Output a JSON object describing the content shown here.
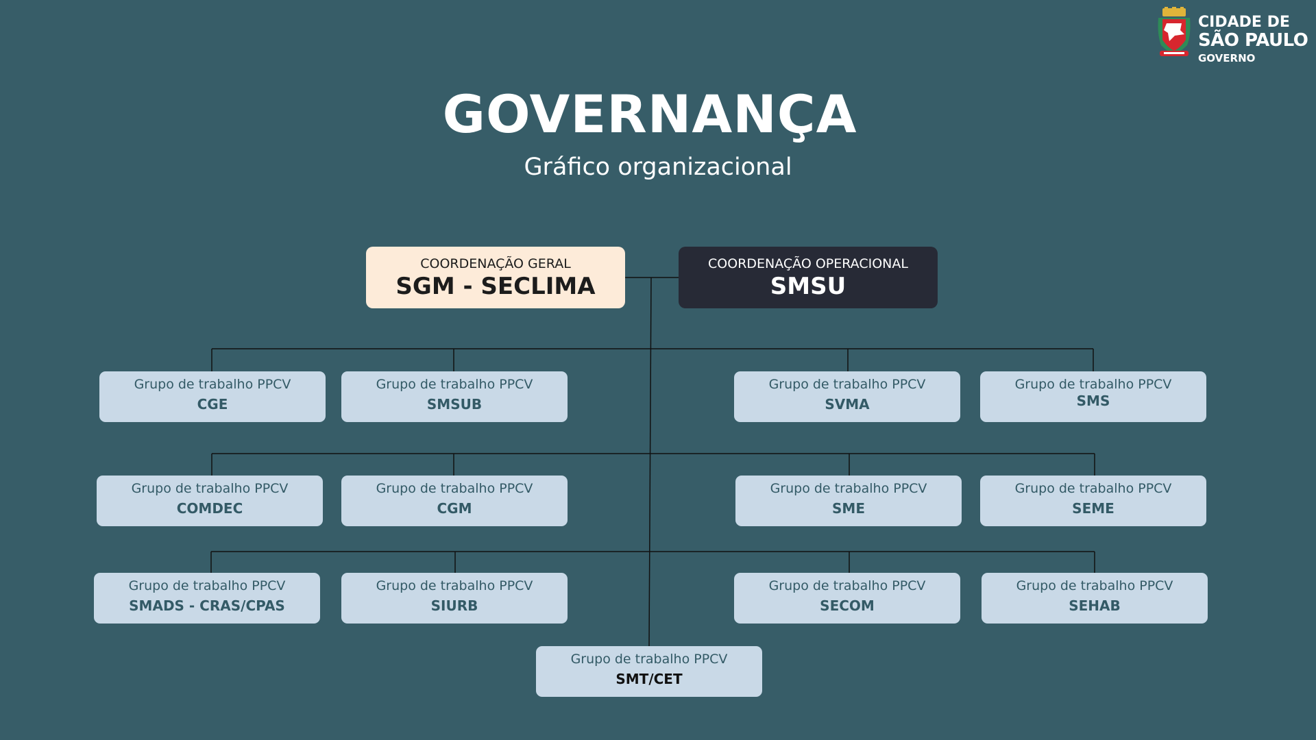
{
  "brand": {
    "line1": "CIDADE DE",
    "line2": "SÃO PAULO",
    "line3": "GOVERNO",
    "crest_icon": "sao-paulo-coat-of-arms-icon"
  },
  "title": "GOVERNANÇA",
  "subtitle": "Gráfico organizacional",
  "colors": {
    "background": "#375d68",
    "coord_geral_bg": "#fdebd9",
    "coord_operacional_bg": "#272a36",
    "group_bg": "#c9d9e7",
    "group_text": "#335a66",
    "connector": "#111111"
  },
  "coordination": {
    "geral": {
      "label": "COORDENAÇÃO GERAL",
      "value": "SGM - SECLIMA"
    },
    "operacional": {
      "label": "COORDENAÇÃO OPERACIONAL",
      "value": "SMSU"
    }
  },
  "groups": [
    {
      "label": "Grupo de trabalho PPCV",
      "value": "CGE"
    },
    {
      "label": "Grupo de trabalho PPCV",
      "value": "SMSUB"
    },
    {
      "label": "Grupo de trabalho PPCV",
      "value": "SVMA"
    },
    {
      "label": "Grupo de trabalho PPCV",
      "value": "SMS"
    },
    {
      "label": "Grupo de trabalho PPCV",
      "value": "COMDEC"
    },
    {
      "label": "Grupo de trabalho PPCV",
      "value": "CGM"
    },
    {
      "label": "Grupo de trabalho PPCV",
      "value": "SME"
    },
    {
      "label": "Grupo de trabalho PPCV",
      "value": "SEME"
    },
    {
      "label": "Grupo de trabalho PPCV",
      "value": "SMADS - CRAS/CPAS"
    },
    {
      "label": "Grupo de trabalho PPCV",
      "value": "SIURB"
    },
    {
      "label": "Grupo de trabalho PPCV",
      "value": "SECOM"
    },
    {
      "label": "Grupo de trabalho PPCV",
      "value": "SEHAB"
    },
    {
      "label": "Grupo de trabalho PPCV",
      "value": "SMT/CET"
    }
  ]
}
